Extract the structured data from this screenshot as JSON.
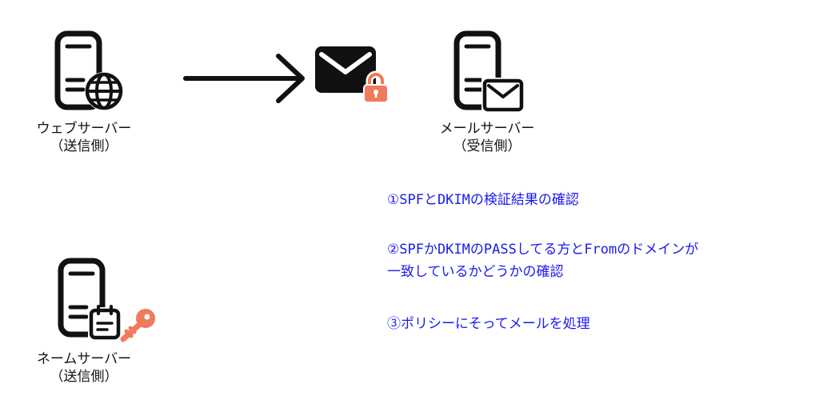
{
  "nodes": {
    "web_server": {
      "name": "ウェブサーバー",
      "role": "（送信側）",
      "icons": [
        "server-icon",
        "globe-icon"
      ]
    },
    "mail_server": {
      "name": "メールサーバー",
      "role": "（受信側）",
      "icons": [
        "server-icon",
        "envelope-icon"
      ]
    },
    "name_server": {
      "name": "ネームサーバー",
      "role": "（送信側）",
      "icons": [
        "server-icon",
        "clipboard-icon",
        "key-icon"
      ]
    }
  },
  "message": {
    "icons": [
      "envelope-icon",
      "lock-icon"
    ]
  },
  "steps": [
    {
      "text": "①SPFとDKIMの検証結果の確認"
    },
    {
      "line1": "②SPFかDKIMのPASSしてる方とFromのドメインが",
      "line2": "一致しているかどうかの確認"
    },
    {
      "text": "③ポリシーにそってメールを処理"
    }
  ],
  "colors": {
    "accent": "#f07a5c",
    "step_text": "#1a1aee",
    "icon": "#111111"
  }
}
